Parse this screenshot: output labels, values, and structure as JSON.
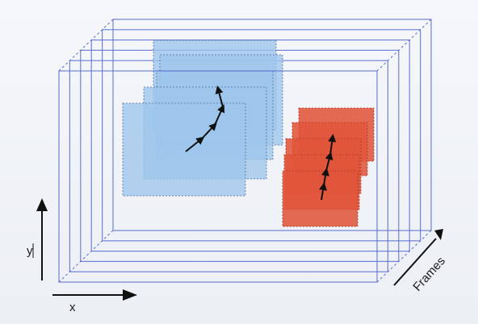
{
  "labels": {
    "x_axis": "x",
    "y_axis": "y",
    "frames_axis": "Frames"
  },
  "colors": {
    "frame_line": "#5a6fd0",
    "blue_fill": "#9ec5ec",
    "blue_stroke": "#4a6fa5",
    "red_fill": "#e0553b",
    "red_stroke": "#b03a25",
    "arrow": "#111111"
  },
  "layers": {
    "frames": 6,
    "blue_rects": 5,
    "red_rects": 5
  }
}
